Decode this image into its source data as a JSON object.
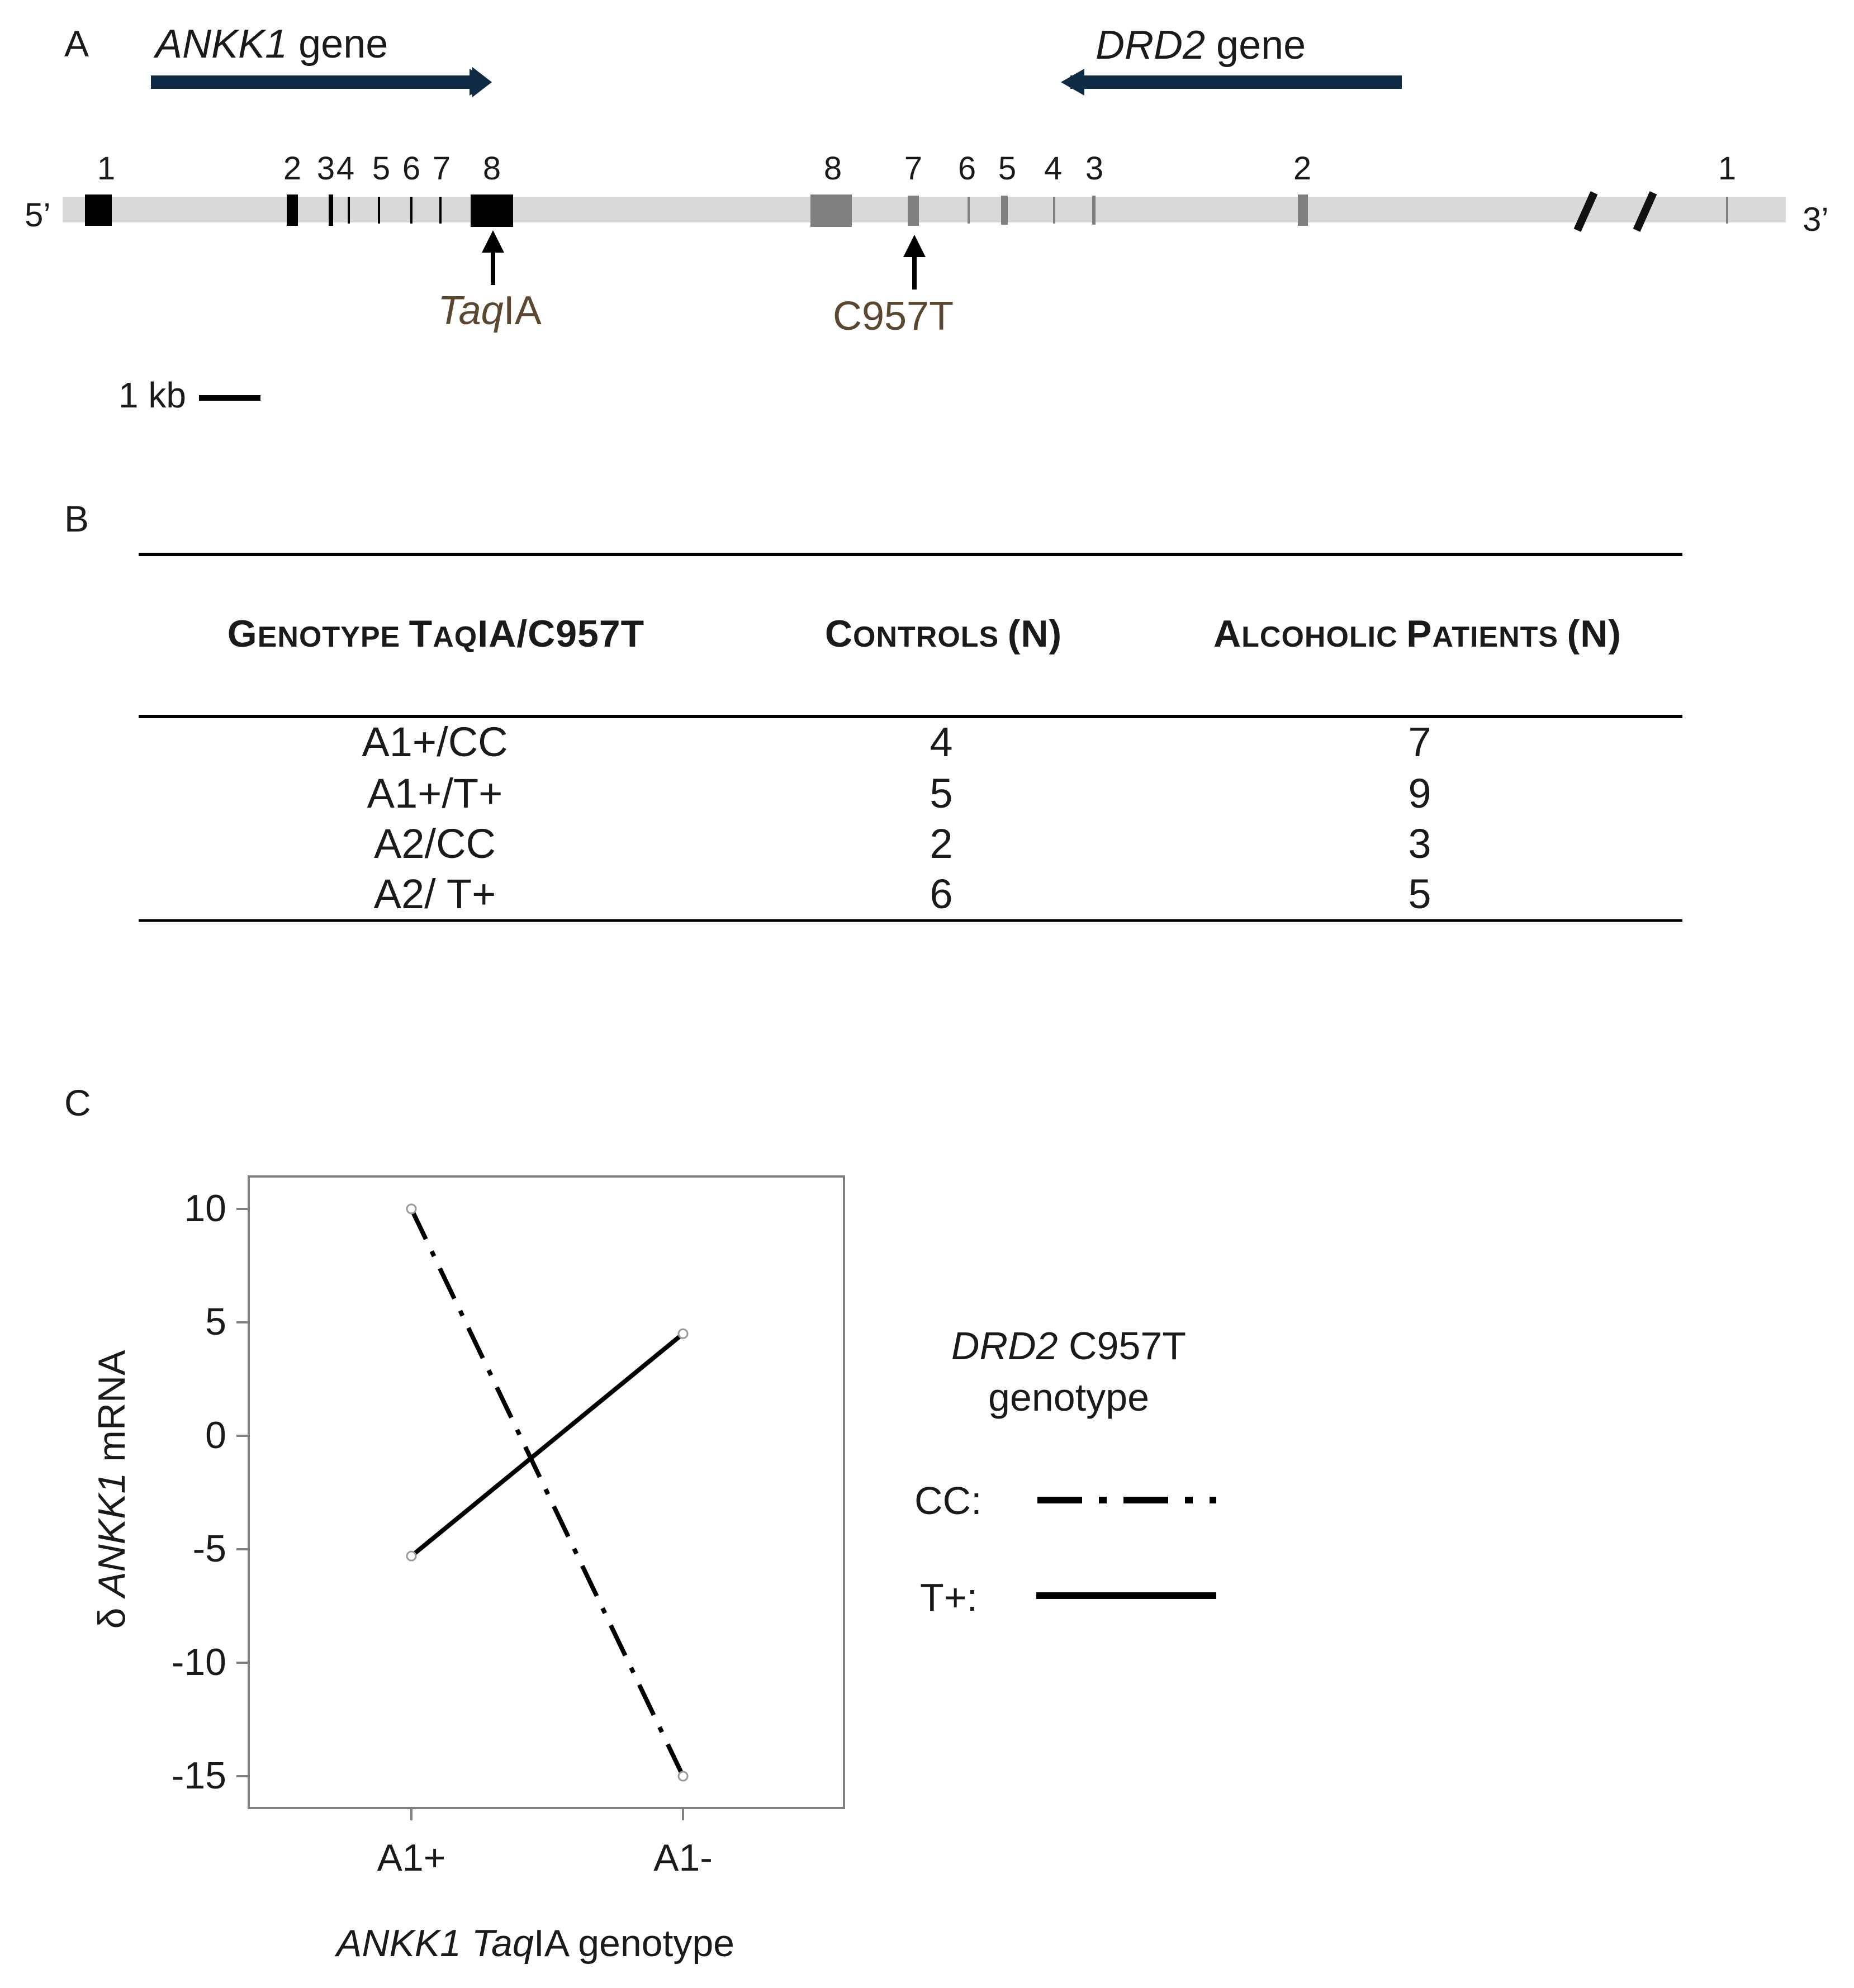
{
  "panel_a": {
    "letter": "A",
    "ankk1_gene": {
      "italic": "ANKK1",
      "rest": " gene"
    },
    "drd2_gene": {
      "italic": "DRD2",
      "rest": " gene"
    },
    "five_prime": "5’",
    "three_prime": "3’",
    "ankk1_exons": [
      "1",
      "2",
      "3",
      "4",
      "5",
      "6",
      "7",
      "8"
    ],
    "drd2_exons": [
      "8",
      "7",
      "6",
      "5",
      "4",
      "3",
      "2",
      "1"
    ],
    "taqia_label": {
      "italic": "Taq",
      "rest": "IA"
    },
    "c957t_label": "C957T",
    "scale_bar": "1 kb",
    "colors": {
      "arrow": "#0f2a44",
      "chromosome": "#d9d9d9",
      "ankk1_exon": "#000000",
      "drd2_exon": "#808080",
      "snp_label": "#5b4630"
    }
  },
  "panel_b": {
    "letter": "B",
    "headers": [
      {
        "first": "G",
        "small": "ENOTYPE ",
        "first2": "T",
        "small2": "AQ",
        "rest": "IA/C957T"
      },
      {
        "first": "C",
        "small": "ONTROLS ",
        "rest": "(N)"
      },
      {
        "first": "A",
        "small": "LCOHOLIC ",
        "first2": "P",
        "small2": "ATIENTS ",
        "rest": "(N)"
      }
    ],
    "rows": [
      {
        "genotype": "A1+/CC",
        "controls": "4",
        "patients": "7"
      },
      {
        "genotype": "A1+/T+",
        "controls": "5",
        "patients": "9"
      },
      {
        "genotype": "A2/CC",
        "controls": "2",
        "patients": "3"
      },
      {
        "genotype": "A2/ T+",
        "controls": "6",
        "patients": "5"
      }
    ]
  },
  "panel_c": {
    "letter": "C",
    "legend_title": {
      "italic": "DRD2",
      "rest": " C957T",
      "line2": "genotype"
    },
    "legend_items": [
      {
        "label": "CC:",
        "style": "dash-dot"
      },
      {
        "label": "T+:",
        "style": "solid"
      }
    ]
  },
  "chart_data": {
    "type": "line",
    "categories": [
      "A1+",
      "A1-"
    ],
    "series": [
      {
        "name": "CC:",
        "values": [
          10,
          -15
        ],
        "style": "dash-dot"
      },
      {
        "name": "T+:",
        "values": [
          -5.3,
          4.5
        ],
        "style": "solid"
      }
    ],
    "yticks": [
      "10",
      "5",
      "0",
      "-5",
      "-10",
      "-15"
    ],
    "ylim": [
      -16.5,
      11.5
    ],
    "ylabel": {
      "prefix": "δ ",
      "italic": "ANKK1",
      "rest": " mRNA"
    },
    "xlabel": {
      "italic1": "ANKK1 ",
      "italic2": "Taq",
      "rest": "IA genotype"
    },
    "grid": false,
    "legend": "right"
  }
}
